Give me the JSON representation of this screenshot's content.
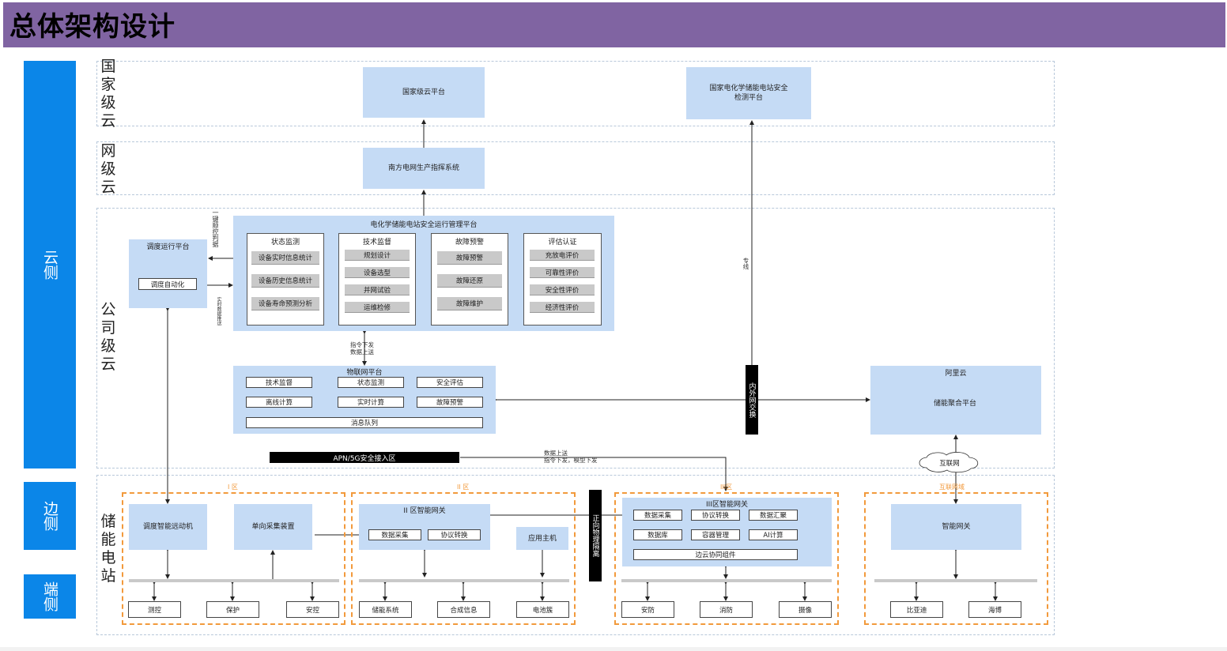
{
  "header": {
    "title": "总体架构设计"
  },
  "sides": {
    "cloud": "云侧",
    "edge": "边侧",
    "end": "端侧"
  },
  "tiers": {
    "national": "国家级云",
    "grid": "网级云",
    "company": "公司级云",
    "station": "储能电站"
  },
  "national": {
    "cloud_platform": "国家级云平台",
    "safety_platform": "国家电化学储能电站安全检测平台"
  },
  "grid": {
    "command_system": "南方电网生产指挥系统"
  },
  "company": {
    "dispatch_platform": "调度运行平台",
    "dispatch_auto": "调度自动化",
    "one_click_note": "一键顺控判据",
    "realtime_note": "实时数据推送",
    "mgmt_platform": "电化学储能电站安全运行管理平台",
    "columns": [
      {
        "title": "状态监测",
        "items": [
          "设备实时信息统计",
          "设备历史信息统计",
          "设备寿命预测分析"
        ]
      },
      {
        "title": "技术监督",
        "items": [
          "规划设计",
          "设备选型",
          "并网试验",
          "运维检修"
        ]
      },
      {
        "title": "故障预警",
        "items": [
          "故障预警",
          "故障还原",
          "故障维护"
        ]
      },
      {
        "title": "评估认证",
        "items": [
          "充放电评价",
          "可靠性评价",
          "安全性评价",
          "经济性评价"
        ]
      }
    ],
    "command_note": "指令下发\n数据上送",
    "iot_platform": "物联网平台",
    "iot_items": [
      "技术监督",
      "状态监测",
      "安全评估",
      "离线计算",
      "实时计算",
      "故障预警"
    ],
    "message_queue": "消息队列",
    "apn": "APN/5G安全接入区",
    "dedicated_line": "专线",
    "inner_outer": "内外网交换",
    "aliyun": "阿里云",
    "aggregation": "储能聚合平台",
    "internet": "互联网",
    "upload_note": "数据上送\n指令下发，模型下发"
  },
  "station": {
    "zone1": {
      "label": "I 区",
      "remote": "调度智能远动机",
      "collector": "单向采集装置",
      "devices": [
        "测控",
        "保护",
        "安控"
      ]
    },
    "zone2": {
      "label": "II 区",
      "gateway": "II 区智能网关",
      "items": [
        "数据采集",
        "协议转换"
      ],
      "host": "应用主机",
      "devices": [
        "储能系统",
        "合成信息",
        "电池簇"
      ]
    },
    "isolation": "正向物理隔离",
    "zone3": {
      "label": "III区",
      "gateway": "III区智能网关",
      "items": [
        "数据采集",
        "协议转换",
        "数据汇聚",
        "数据库",
        "容器管理",
        "AI计算"
      ],
      "edge_cloud": "边云协同组件",
      "devices": [
        "安防",
        "消防",
        "摄像"
      ]
    },
    "zone4": {
      "label": "互联网域",
      "gateway": "智能网关",
      "devices": [
        "比亚迪",
        "海博"
      ]
    }
  }
}
